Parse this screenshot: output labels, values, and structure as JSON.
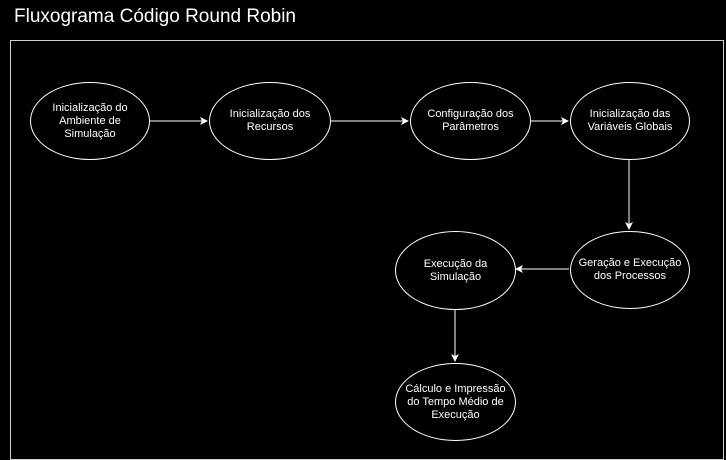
{
  "title": "Fluxograma Código Round Robin",
  "colors": {
    "background": "#000000",
    "stroke": "#ffffff",
    "frame": "#d0d0d0"
  },
  "nodes": {
    "n1": "Inicialização do\nAmbiente de\nSimulação",
    "n2": "Inicialização dos\nRecursos",
    "n3": "Configuração dos\nParâmetros",
    "n4": "Inicialização das\nVariáveis Globais",
    "n5": "Geração e Execução\ndos Processos",
    "n6": "Execução da\nSimulação",
    "n7": "Cálculo e Impressão\ndo Tempo Médio de\nExecução"
  },
  "edges": [
    {
      "from": "n1",
      "to": "n2"
    },
    {
      "from": "n2",
      "to": "n3"
    },
    {
      "from": "n3",
      "to": "n4"
    },
    {
      "from": "n4",
      "to": "n5"
    },
    {
      "from": "n5",
      "to": "n6"
    },
    {
      "from": "n6",
      "to": "n7"
    }
  ]
}
